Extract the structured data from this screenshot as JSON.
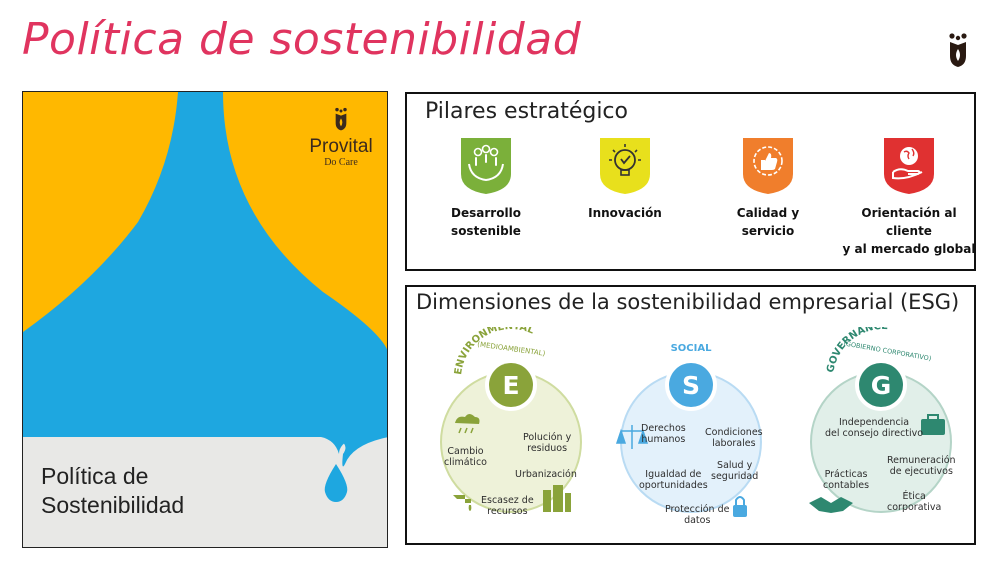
{
  "page_title": "Política de sostenibilidad",
  "colors": {
    "accent": "#e0345f",
    "cover_yellow": "#ffb800",
    "cover_blue": "#1ea7e0",
    "env": "#8aa33a",
    "soc": "#4aa9e0",
    "gov": "#2e8870"
  },
  "cover": {
    "brand": "Provital",
    "tagline": "Do Care",
    "title_line1": "Política de",
    "title_line2": "Sostenibilidad"
  },
  "pillars": {
    "title": "Pilares estratégico",
    "items": [
      {
        "line1": "Desarrollo",
        "line2": "sostenible",
        "icon": "hands-people-icon",
        "color": "#7bb03a"
      },
      {
        "line1": "Innovación",
        "line2": "",
        "icon": "lightbulb-icon",
        "color": "#e8e01c"
      },
      {
        "line1": "Calidad y",
        "line2": "servicio",
        "icon": "thumbs-up-icon",
        "color": "#f07e2c"
      },
      {
        "line1": "Orientación al cliente",
        "line2": "y al mercado global",
        "icon": "globe-hand-icon",
        "color": "#e03131"
      }
    ]
  },
  "esg": {
    "title": "Dimensiones de la sostenibilidad empresarial (ESG)",
    "environmental": {
      "label": "ENVIRONMENTAL",
      "sublabel": "(MEDIOAMBIENTAL)",
      "letter": "E",
      "items": [
        "Cambio",
        "climático",
        "Polución y",
        "residuos",
        "Urbanización",
        "Escasez de",
        "recursos"
      ]
    },
    "social": {
      "label": "SOCIAL",
      "letter": "S",
      "items": [
        "Derechos",
        "humanos",
        "Condiciones",
        "laborales",
        "Salud y",
        "seguridad",
        "Igualdad de",
        "oportunidades",
        "Protección de",
        "datos"
      ]
    },
    "governance": {
      "label": "GOVERNANCE",
      "sublabel": "(GOBIERNO CORPORATIVO)",
      "letter": "G",
      "items": [
        "Independencia",
        "del consejo directivo",
        "Remuneración",
        "de ejecutivos",
        "Prácticas",
        "contables",
        "Ética",
        "corporativa"
      ]
    }
  }
}
